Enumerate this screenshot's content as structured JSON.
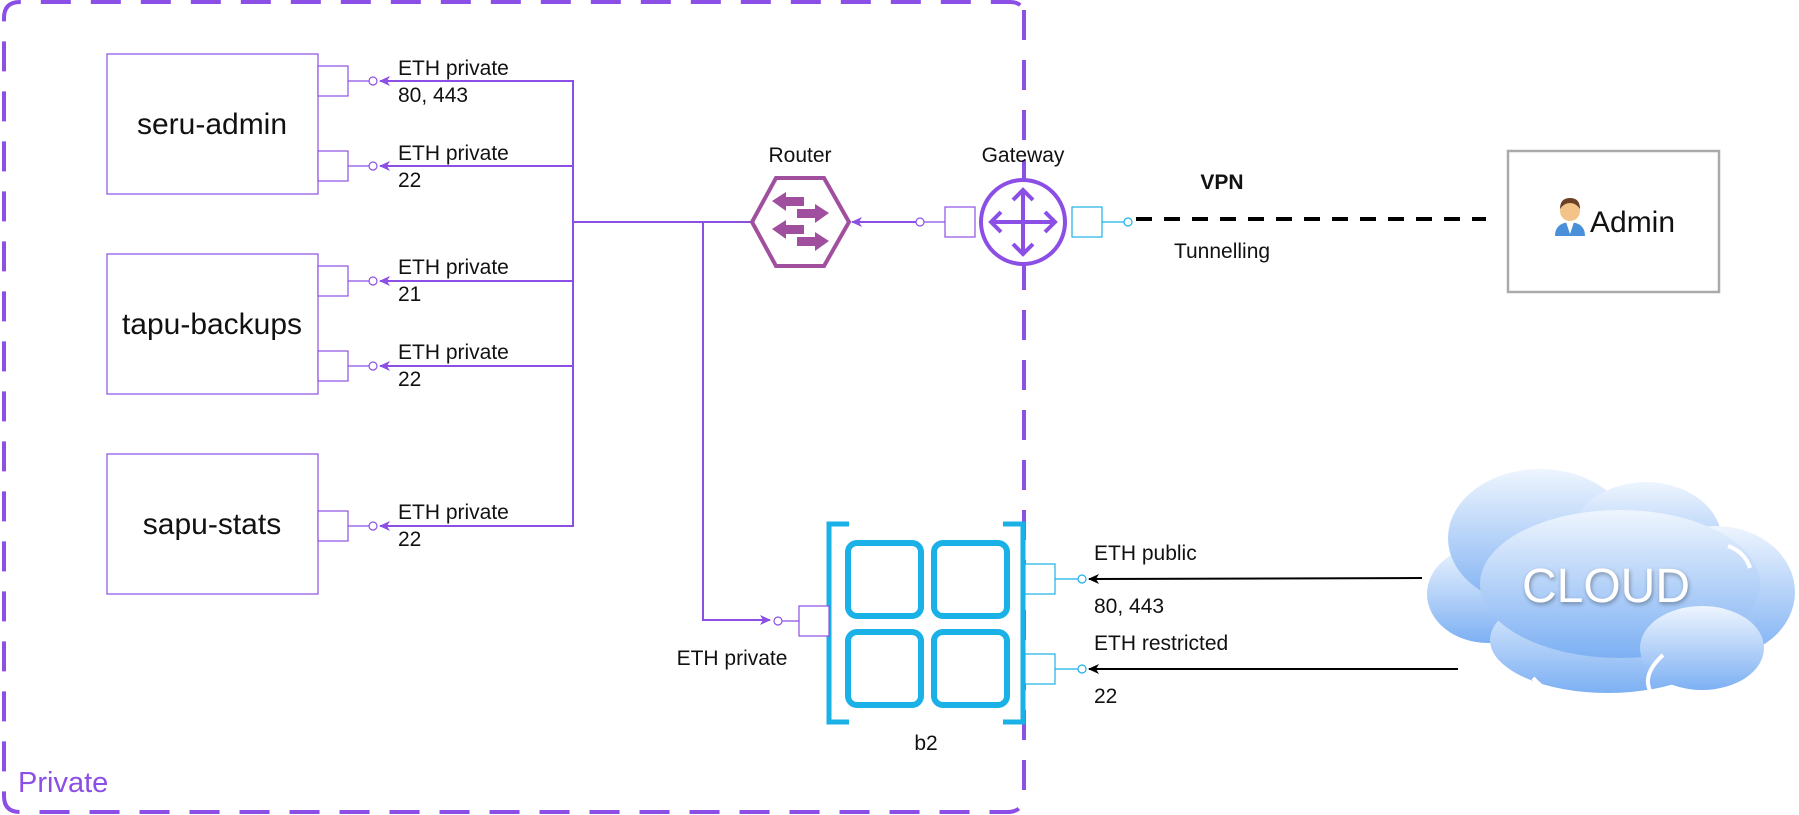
{
  "zone": {
    "label": "Private"
  },
  "servers": [
    {
      "label": "seru-admin"
    },
    {
      "label": "tapu-backups"
    },
    {
      "label": "sapu-stats"
    }
  ],
  "links": [
    {
      "line1": "ETH private",
      "line2": "80, 443"
    },
    {
      "line1": "ETH private",
      "line2": "22"
    },
    {
      "line1": "ETH private",
      "line2": "21"
    },
    {
      "line1": "ETH private",
      "line2": "22"
    },
    {
      "line1": "ETH private",
      "line2": "22"
    }
  ],
  "router": {
    "label": "Router"
  },
  "gateway": {
    "label": "Gateway"
  },
  "vpn": {
    "title": "VPN",
    "subtitle": "Tunnelling"
  },
  "admin": {
    "label": "Admin",
    "icon": "man-office-worker-icon"
  },
  "storage": {
    "label": "b2",
    "private_link": "ETH private",
    "public_link": "ETH public",
    "public_ports": "80, 443",
    "restricted_link": "ETH restricted",
    "restricted_ports": "22"
  },
  "cloud": {
    "label": "CLOUD"
  },
  "colors": {
    "private": "#8c4fe6",
    "router": "#a04f9e",
    "storage": "#1ab2e6",
    "admin_border": "#aaaaaa",
    "cloud_top": "#ecf3fd",
    "cloud_bottom": "#7fb2f4"
  }
}
